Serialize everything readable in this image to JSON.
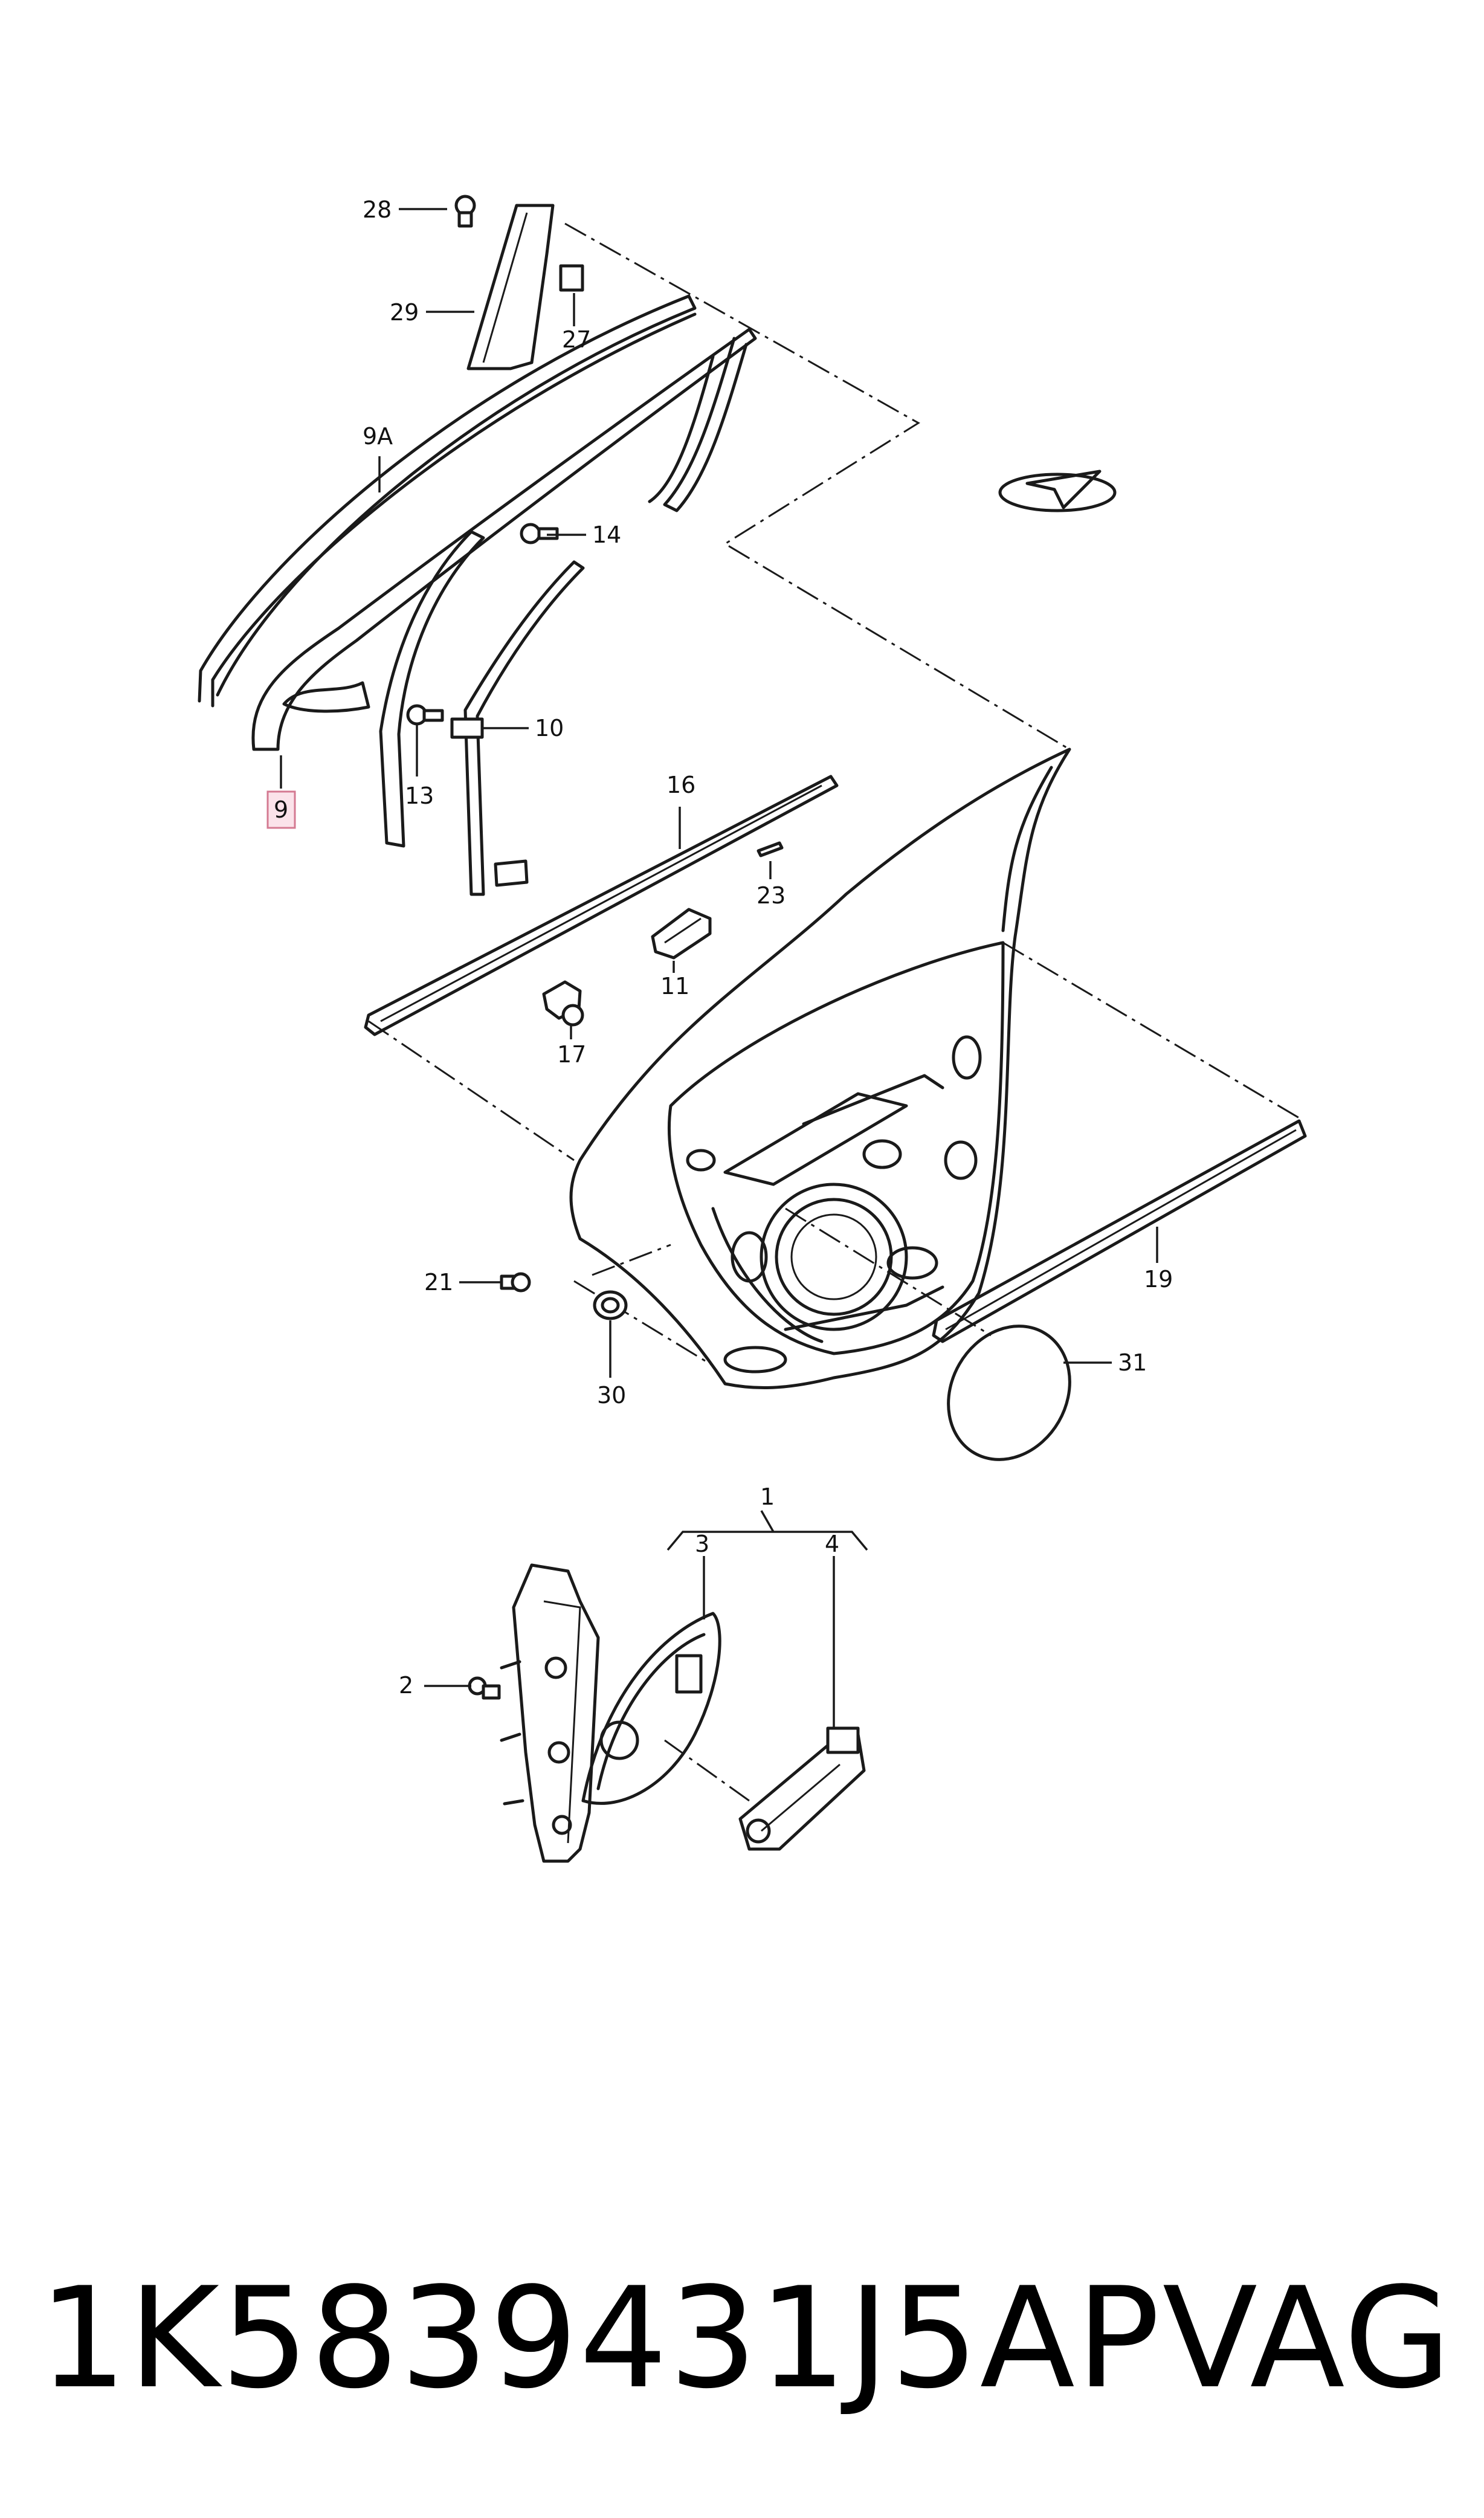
{
  "callouts": {
    "c28": "28",
    "c29": "29",
    "c27": "27",
    "c9A": "9A",
    "c14": "14",
    "c10": "10",
    "c13": "13",
    "c9": "9",
    "c16": "16",
    "c23": "23",
    "c11": "11",
    "c17": "17",
    "c19": "19",
    "c21": "21",
    "c30": "30",
    "c31": "31",
    "c1": "1",
    "c3": "3",
    "c4": "4",
    "c2": "2"
  },
  "highlighted_callout": "9",
  "highlight_color": "#fbe3ea",
  "footer": {
    "part_number": "1K5839431J5AP",
    "brand": "VAG"
  }
}
